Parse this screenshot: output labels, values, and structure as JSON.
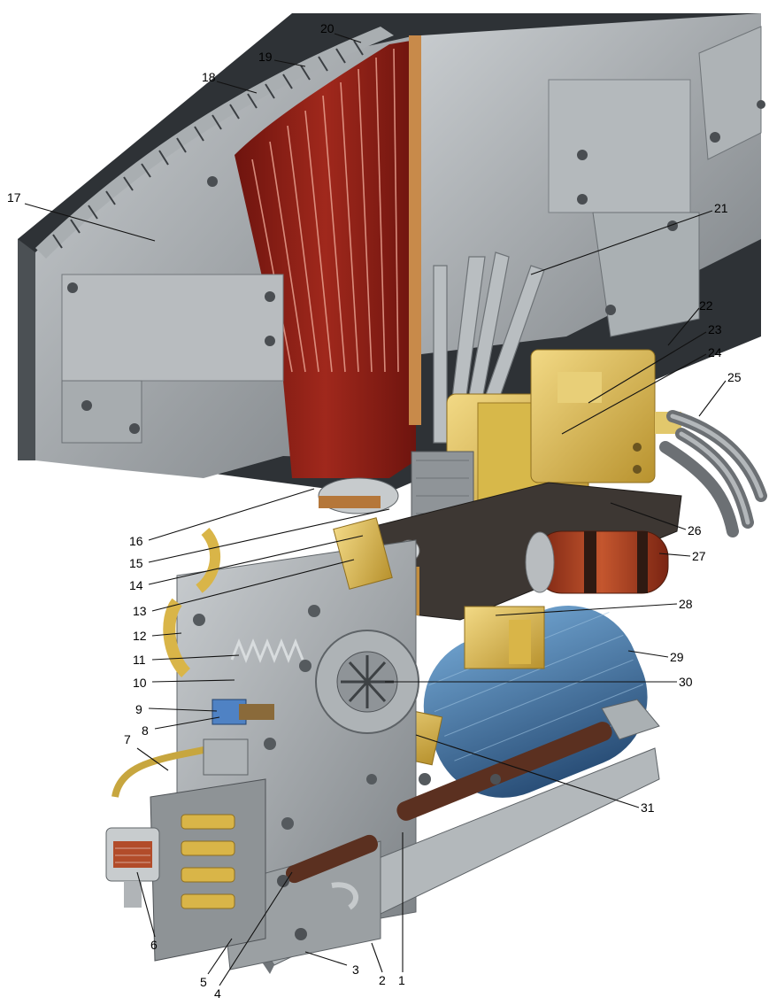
{
  "diagram": {
    "colors": {
      "steel": "#9ea3a6",
      "steel_light": "#c3c7c9",
      "steel_dark": "#5a5f63",
      "shadow": "#2c2f33",
      "plates": "#8a1e16",
      "plates_light": "#c0574a",
      "brass": "#d9b548",
      "brass_light": "#efd27a",
      "copper": "#b5492a",
      "blue_coil": "#3f6f9e",
      "cable": "#6b6f72"
    },
    "callouts": [
      {
        "id": "1",
        "label": "1"
      },
      {
        "id": "2",
        "label": "2"
      },
      {
        "id": "3",
        "label": "3"
      },
      {
        "id": "4",
        "label": "4"
      },
      {
        "id": "5",
        "label": "5"
      },
      {
        "id": "6",
        "label": "6"
      },
      {
        "id": "7",
        "label": "7"
      },
      {
        "id": "8",
        "label": "8"
      },
      {
        "id": "9",
        "label": "9"
      },
      {
        "id": "10",
        "label": "10"
      },
      {
        "id": "11",
        "label": "11"
      },
      {
        "id": "12",
        "label": "12"
      },
      {
        "id": "13",
        "label": "13"
      },
      {
        "id": "14",
        "label": "14"
      },
      {
        "id": "15",
        "label": "15"
      },
      {
        "id": "16",
        "label": "16"
      },
      {
        "id": "17",
        "label": "17"
      },
      {
        "id": "18",
        "label": "18"
      },
      {
        "id": "19",
        "label": "19"
      },
      {
        "id": "20",
        "label": "20"
      },
      {
        "id": "21",
        "label": "21"
      },
      {
        "id": "22",
        "label": "22"
      },
      {
        "id": "23",
        "label": "23"
      },
      {
        "id": "24",
        "label": "24"
      },
      {
        "id": "25",
        "label": "25"
      },
      {
        "id": "26",
        "label": "26"
      },
      {
        "id": "27",
        "label": "27"
      },
      {
        "id": "28",
        "label": "28"
      },
      {
        "id": "29",
        "label": "29"
      },
      {
        "id": "30",
        "label": "30"
      },
      {
        "id": "31",
        "label": "31"
      }
    ]
  }
}
